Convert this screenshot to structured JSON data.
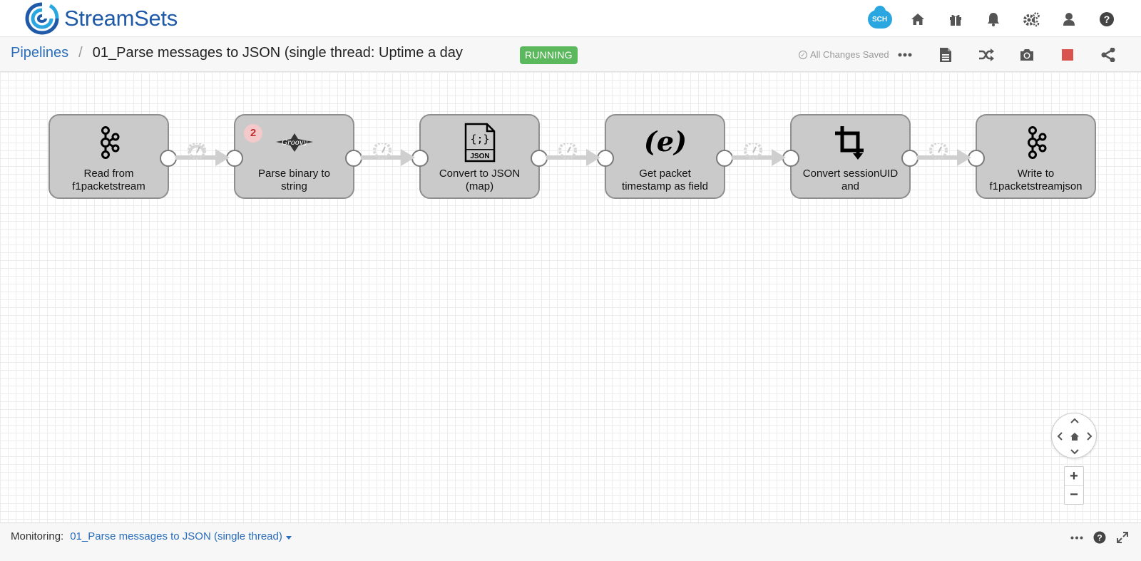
{
  "app": {
    "brand": "StreamSets"
  },
  "header": {
    "sch_badge": "SCH",
    "icons": [
      "sch-cloud-icon",
      "home-icon",
      "gift-icon",
      "bell-icon",
      "gears-icon",
      "user-icon",
      "help-icon"
    ]
  },
  "toolbar": {
    "breadcrumb_root": "Pipelines",
    "breadcrumb_sep": "/",
    "pipeline_title": "01_Parse messages to JSON (single thread:  Uptime  a day",
    "status": "RUNNING",
    "saved_text": "All Changes Saved",
    "icons": [
      "more-icon",
      "document-icon",
      "shuffle-icon",
      "camera-icon",
      "stop-icon",
      "share-icon"
    ],
    "stop_color": "#d9534f"
  },
  "stages": [
    {
      "label_line1": "Read from",
      "label_line2": "f1packetstream",
      "icon": "kafka-icon",
      "has_input": false,
      "has_output": true
    },
    {
      "label_line1": "Parse binary to",
      "label_line2": "string",
      "icon": "groovy-icon",
      "has_input": true,
      "has_output": true,
      "error_count": "2"
    },
    {
      "label_line1": "Convert to JSON",
      "label_line2": "(map)",
      "icon": "json-file-icon",
      "icon_text": "JSON",
      "has_input": true,
      "has_output": true
    },
    {
      "label_line1": "Get packet",
      "label_line2": "timestamp as field",
      "icon": "expression-icon",
      "icon_text": "(e)",
      "has_input": true,
      "has_output": true
    },
    {
      "label_line1": "Convert sessionUID",
      "label_line2": "and",
      "icon": "crop-icon",
      "has_input": true,
      "has_output": true
    },
    {
      "label_line1": "Write to",
      "label_line2": "f1packetstreamjson",
      "icon": "kafka-icon",
      "has_input": true,
      "has_output": false
    }
  ],
  "zoom": {
    "plus": "+",
    "minus": "−"
  },
  "bottom": {
    "monitoring_label": "Monitoring:",
    "pipeline_name": "01_Parse messages to JSON (single thread)",
    "icons": [
      "more-icon",
      "help-icon",
      "expand-icon"
    ]
  },
  "colors": {
    "brand": "#1f5aa8",
    "link": "#2a6ebb",
    "running": "#5cb85c",
    "stage_fill": "#cacaca",
    "error_badge": "#f4c9c9"
  }
}
